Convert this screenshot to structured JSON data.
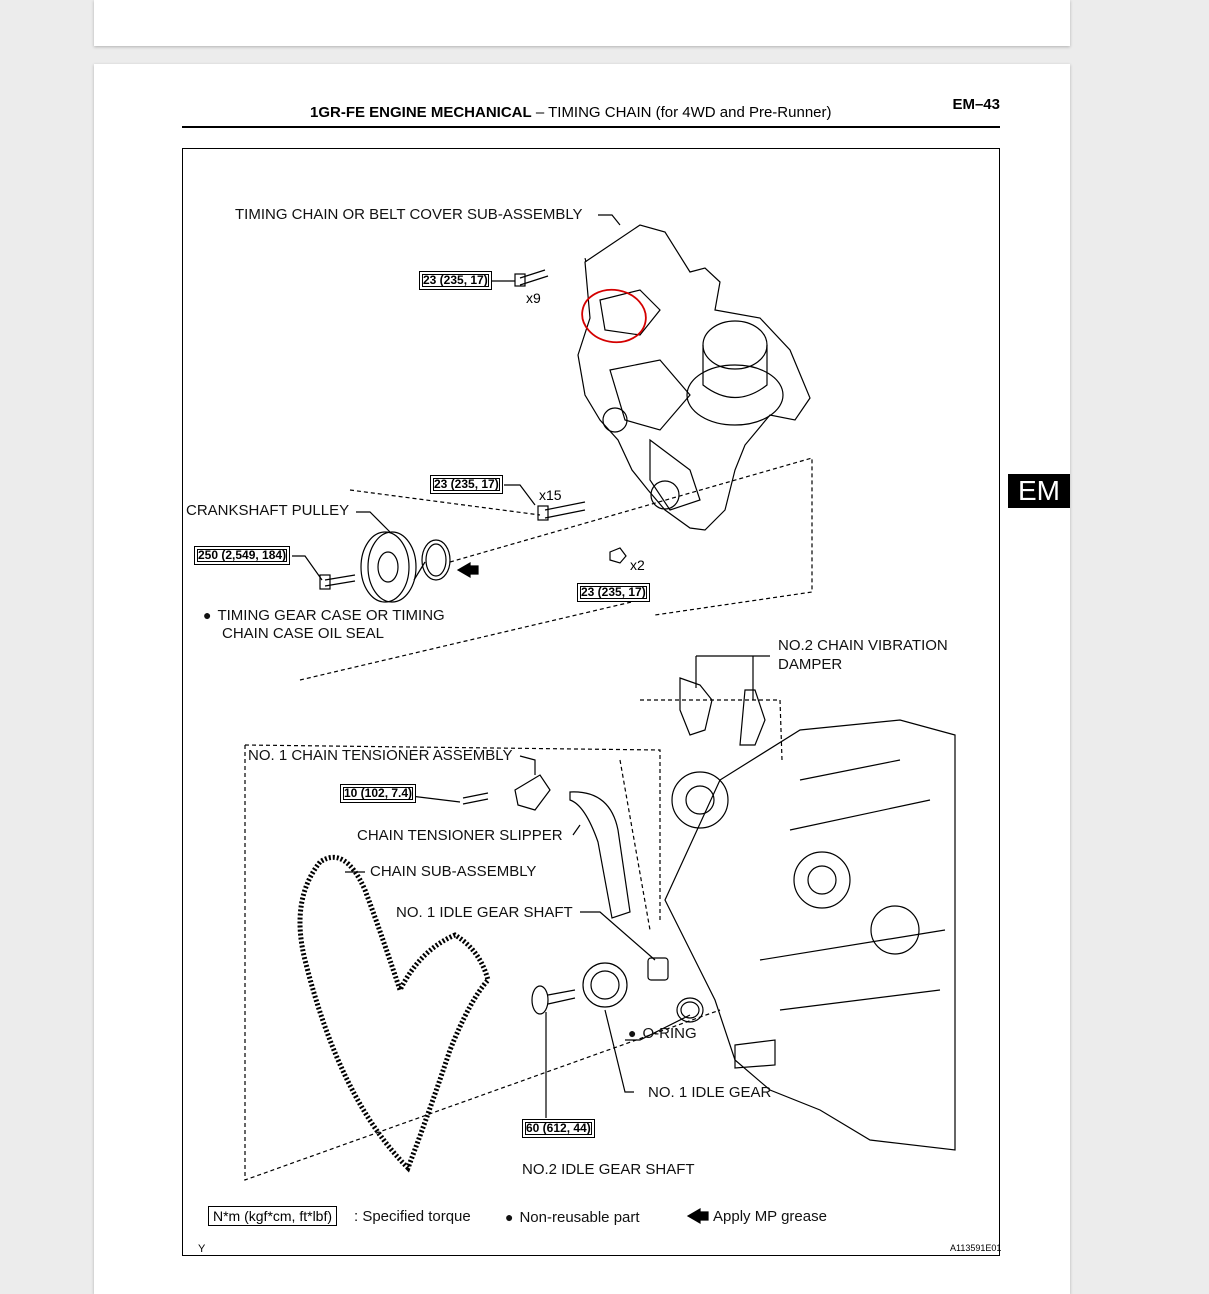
{
  "header": {
    "title_bold": "1GR-FE ENGINE MECHANICAL",
    "title_sep": "–",
    "title_rest": "TIMING CHAIN (for 4WD and Pre-Runner)",
    "page_code": "EM–43"
  },
  "side_tab": "EM",
  "labels": {
    "cover": "TIMING CHAIN OR BELT COVER SUB-ASSEMBLY",
    "pulley": "CRANKSHAFT PULLEY",
    "seal_line1": "TIMING GEAR CASE OR TIMING",
    "seal_line2": "CHAIN CASE OIL SEAL",
    "damper_line1": "NO.2 CHAIN VIBRATION",
    "damper_line2": "DAMPER",
    "tensioner": "NO. 1 CHAIN TENSIONER ASSEMBLY",
    "slipper": "CHAIN TENSIONER SLIPPER",
    "chain": "CHAIN SUB-ASSEMBLY",
    "idle_shaft1": "NO. 1 IDLE GEAR SHAFT",
    "oring": "O-RING",
    "idle_gear": "NO. 1 IDLE GEAR",
    "idle_shaft2": "NO.2 IDLE GEAR SHAFT"
  },
  "torques": {
    "t1": "23 (235, 17)",
    "t2": "23 (235, 17)",
    "t3": "23 (235, 17)",
    "t4": "250 (2,549, 184)",
    "t5": "10 (102, 7.4)",
    "t6": "60 (612, 44)"
  },
  "quantities": {
    "q1": "x9",
    "q2": "x15",
    "q3": "x2"
  },
  "legend": {
    "torque_unit": "N*m (kgf*cm, ft*lbf)",
    "torque_text": ": Specified torque",
    "nonreusable": "Non-reusable part",
    "grease": "Apply MP grease"
  },
  "footer": {
    "left": "Y",
    "right": "A113591E01"
  },
  "colors": {
    "highlight_circle": "#d40000",
    "tab_bg": "#000000"
  }
}
